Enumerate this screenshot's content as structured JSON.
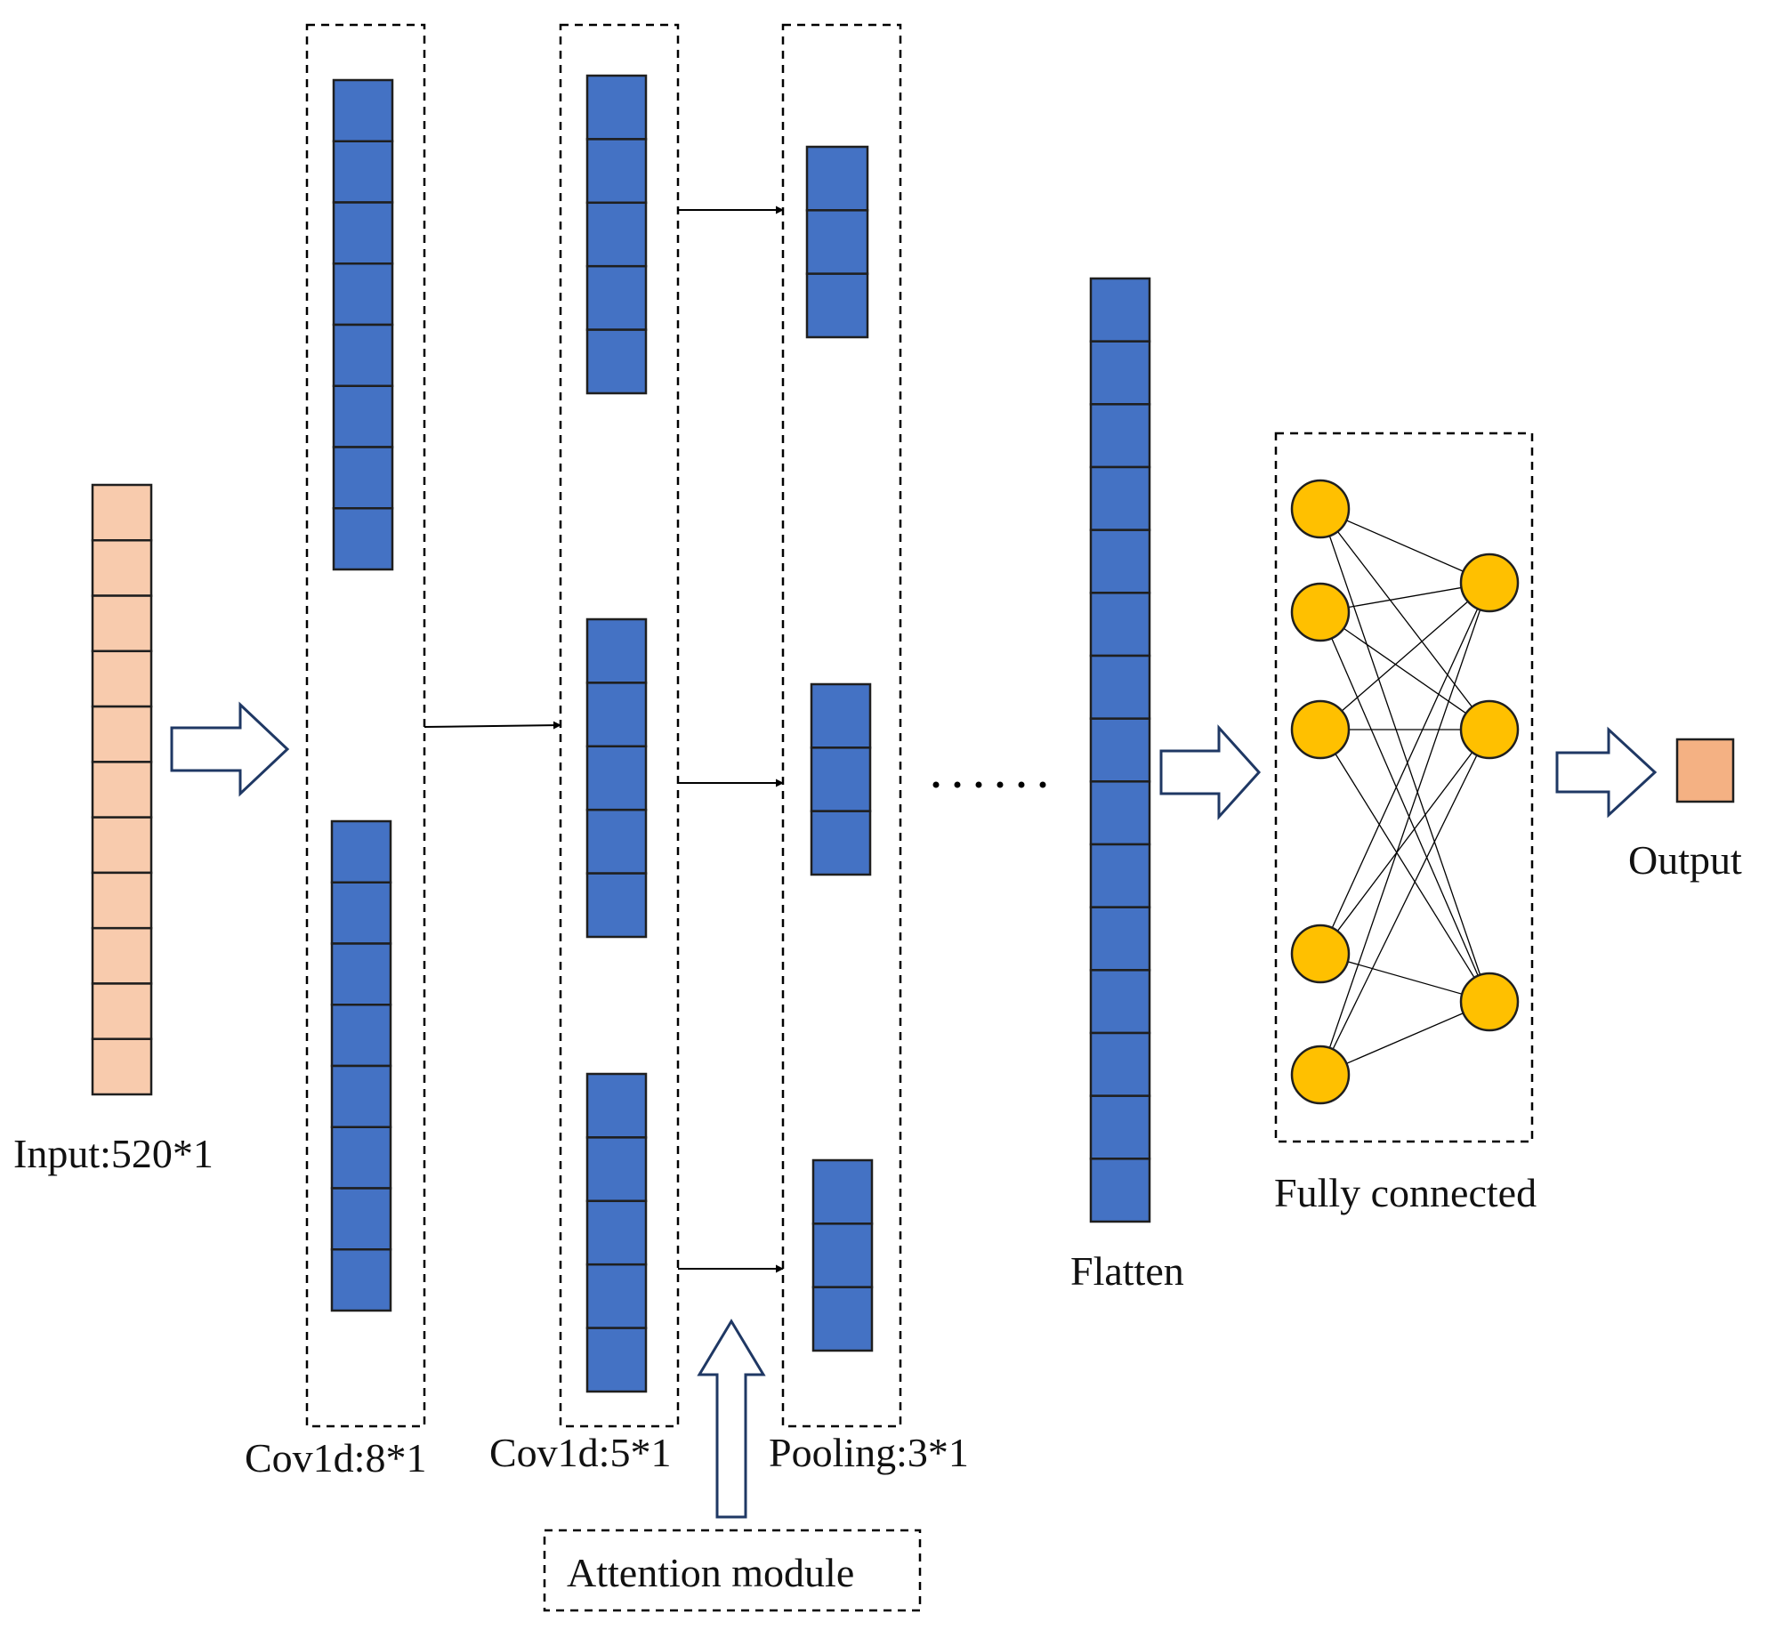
{
  "labels": {
    "input": "Input:520*1",
    "conv1": "Cov1d:8*1",
    "conv2": "Cov1d:5*1",
    "pooling": "Pooling:3*1",
    "attention": "Attention module",
    "flatten": "Flatten",
    "fully_connected": "Fully connected",
    "output": "Output"
  },
  "colors": {
    "input_cell": "#f8cbad",
    "output_cell": "#f4b183",
    "block_cell": "#4472c4",
    "neuron": "#ffc000",
    "outline": "#1f1f1f",
    "dashed_border": "#000000",
    "hollow_arrow_stroke": "#1f3864"
  },
  "icons": {
    "stage_connector": "hollow-right-arrow",
    "attention_connector": "hollow-up-arrow",
    "pool_connector": "thin-right-arrow",
    "continuation": "ellipsis-dots"
  },
  "network": {
    "input_cells": 11,
    "conv1_blocks": [
      8,
      8
    ],
    "conv2_blocks": [
      5,
      5,
      5
    ],
    "pool_blocks": [
      3,
      3,
      3
    ],
    "flatten_cells": 15,
    "fc_input_neurons": 5,
    "fc_output_neurons": 3
  }
}
